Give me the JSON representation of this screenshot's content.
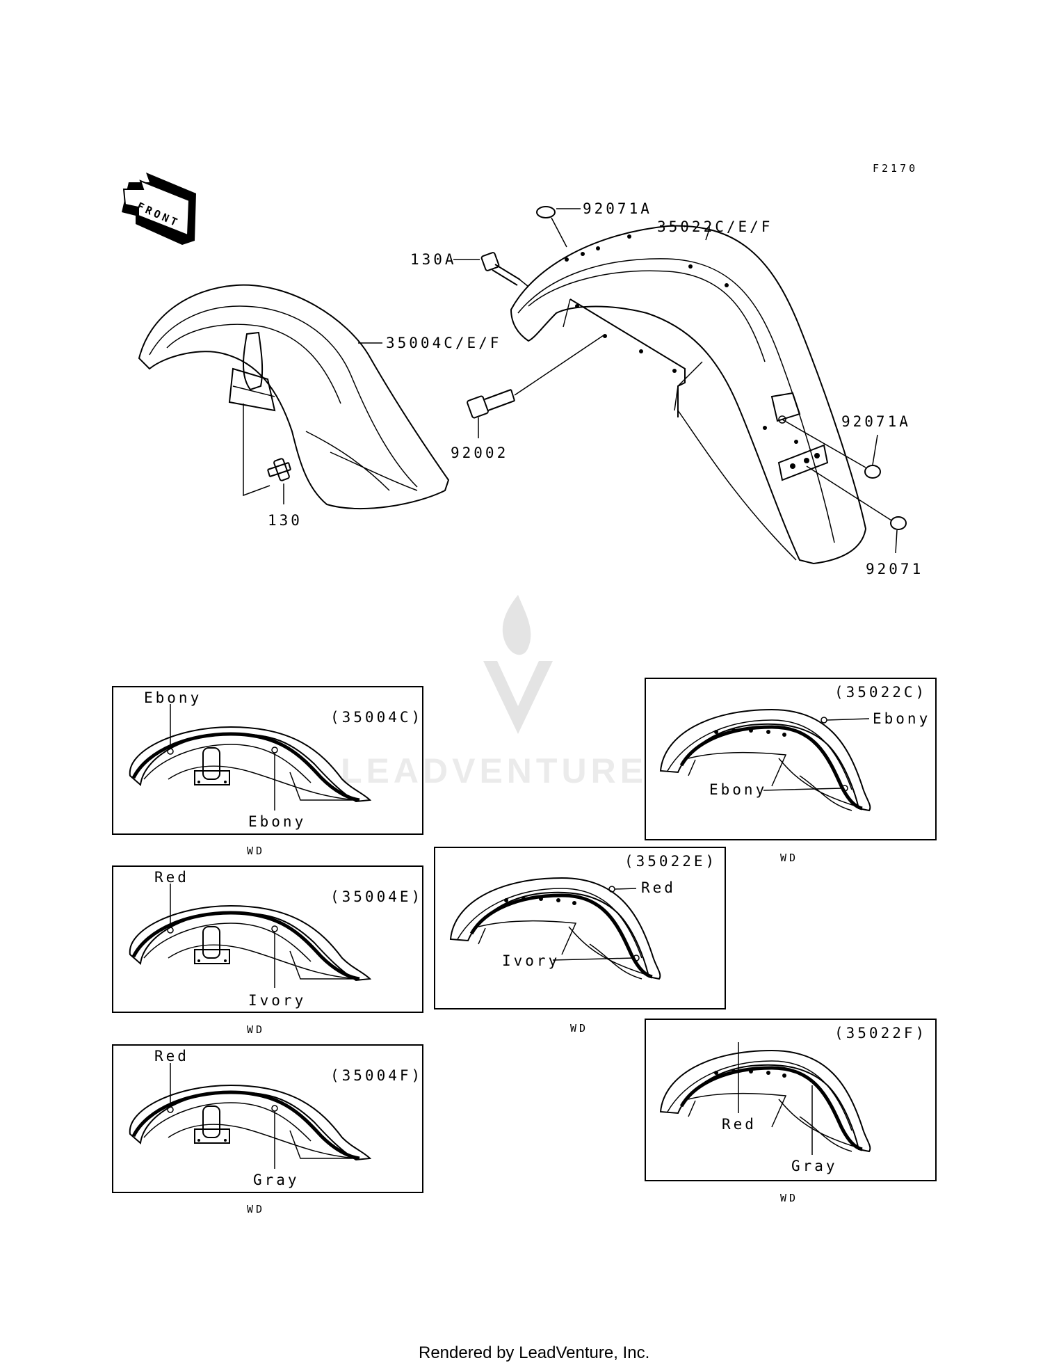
{
  "figure_code": "F2170",
  "front_arrow_label": "FRONT",
  "watermark": "LEADVENTURE",
  "footer": "Rendered by LeadVenture, Inc.",
  "parts": {
    "front_fender": "35004C/E/F",
    "front_fender_bolt": "130",
    "rear_fender": "35022C/E/F",
    "rear_fender_top_bolt": "130A",
    "rear_bolt": "92002",
    "rear_top_grommet": "92071A",
    "rear_side_grommet": "92071A",
    "rear_lower_grommet": "92071"
  },
  "variants": {
    "front_c": {
      "code": "(35004C)",
      "stripe_color": "Ebony",
      "body_color": "Ebony",
      "note": "WD"
    },
    "front_e": {
      "code": "(35004E)",
      "stripe_color": "Red",
      "body_color": "Ivory",
      "note": "WD"
    },
    "front_f": {
      "code": "(35004F)",
      "stripe_color": "Red",
      "body_color": "Gray",
      "note": "WD"
    },
    "rear_c": {
      "code": "(35022C)",
      "stripe_color": "Ebony",
      "body_color": "Ebony",
      "note": "WD"
    },
    "rear_e": {
      "code": "(35022E)",
      "stripe_color": "Red",
      "body_color": "Ivory",
      "note": "WD"
    },
    "rear_f": {
      "code": "(35022F)",
      "stripe_color": "Red",
      "body_color": "Gray",
      "note": "WD"
    }
  }
}
